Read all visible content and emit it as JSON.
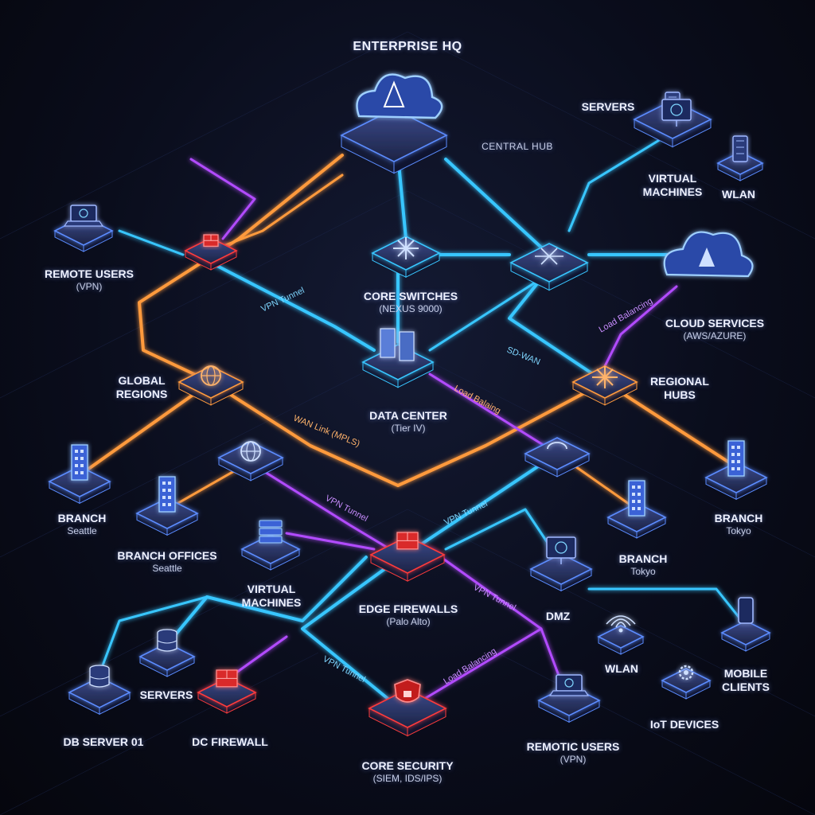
{
  "colors": {
    "background": "#0a0d1c",
    "cyan_link": "#38c6ff",
    "orange_link": "#ff9a3c",
    "purple_link": "#b24bff",
    "red_accent": "#ff3b3b",
    "node_top": "#26305c",
    "node_glow": "#5b8cff"
  },
  "header": {
    "title": "ENTERPRISE HQ",
    "hub_note": "CENTRAL HUB"
  },
  "nodes": {
    "servers_top": {
      "label": "SERVERS",
      "icon": "server-tower-icon"
    },
    "virtual_machines_top": {
      "label": "VIRTUAL",
      "label2": "MACHINES",
      "icon": "monitor-icon"
    },
    "wlan_top": {
      "label": "WLAN",
      "icon": "server-tower-icon"
    },
    "remote_users_vpn": {
      "label": "REMOTE USERS",
      "sub": "(VPN)",
      "icon": "laptop-icon"
    },
    "core_switches": {
      "label": "CORE SWITCHES",
      "sub": "(NEXUS 9000)",
      "icon": "switch-arrows-icon"
    },
    "cloud_services": {
      "label": "CLOUD SERVICES",
      "sub": "(AWS/AZURE)",
      "icon": "cloud-icon"
    },
    "global_regions": {
      "label": "GLOBAL",
      "label2": "REGIONS",
      "icon": "globe-icon"
    },
    "data_center": {
      "label": "DATA CENTER",
      "sub": "(Tier IV)",
      "icon": "server-rack-icon"
    },
    "regional_hubs": {
      "label": "REGIONAL",
      "label2": "HUBS",
      "icon": "hub-arrows-icon"
    },
    "branch_seattle": {
      "label": "BRANCH",
      "sub": "Seattle",
      "icon": "building-icon"
    },
    "branch_offices": {
      "label": "BRANCH OFFICES",
      "sub": "Seattle",
      "icon": "building-icon"
    },
    "branch_tokyo_right": {
      "label": "BRANCH",
      "sub": "Tokyo",
      "icon": "building-icon"
    },
    "branch_tokyo": {
      "label": "BRANCH",
      "sub": "Tokyo",
      "icon": "building-icon"
    },
    "virtual_machines": {
      "label": "VIRTUAL",
      "label2": "MACHINES",
      "icon": "stack-icon"
    },
    "edge_firewalls": {
      "label": "EDGE FIREWALLS",
      "sub": "(Palo Alto)",
      "icon": "firewall-icon"
    },
    "dmz": {
      "label": "DMZ",
      "icon": "monitor-globe-icon"
    },
    "wlan": {
      "label": "WLAN",
      "icon": "wifi-icon"
    },
    "mobile_clients": {
      "label": "MOBILE",
      "label2": "CLIENTS",
      "icon": "phone-icon"
    },
    "iot_devices": {
      "label": "IoT DEVICES",
      "icon": "gear-icon"
    },
    "servers_low": {
      "label": "SERVERS",
      "icon": "database-icon"
    },
    "db_server": {
      "label": "DB SERVER 01",
      "icon": "database-icon"
    },
    "dc_firewall": {
      "label": "DC FIREWALL",
      "icon": "firewall-icon"
    },
    "core_security": {
      "label": "CORE SECURITY",
      "sub": "(SIEM, IDS/IPS)",
      "icon": "shield-lock-icon"
    },
    "remotic_users": {
      "label": "REMOTIC USERS",
      "sub": "(VPN)",
      "icon": "laptop-icon"
    }
  },
  "link_labels": {
    "vpn_tunnel_1": "VPN Tunnel",
    "load_balancing_1": "Load Balancing",
    "sdwan": "SD-WAN",
    "load_balaing": "Load Balaing",
    "wan_link": "WAN Link (MPLS)",
    "vpn_tunnel_2": "VPN Tunnel",
    "vpn_tunnel_3": "VPN Tunnel",
    "vpn_tunnel_4": "VPN Tunnel",
    "vpn_tunnel_5": "VPN Tunnel",
    "load_balancing_2": "Load Balancing"
  }
}
